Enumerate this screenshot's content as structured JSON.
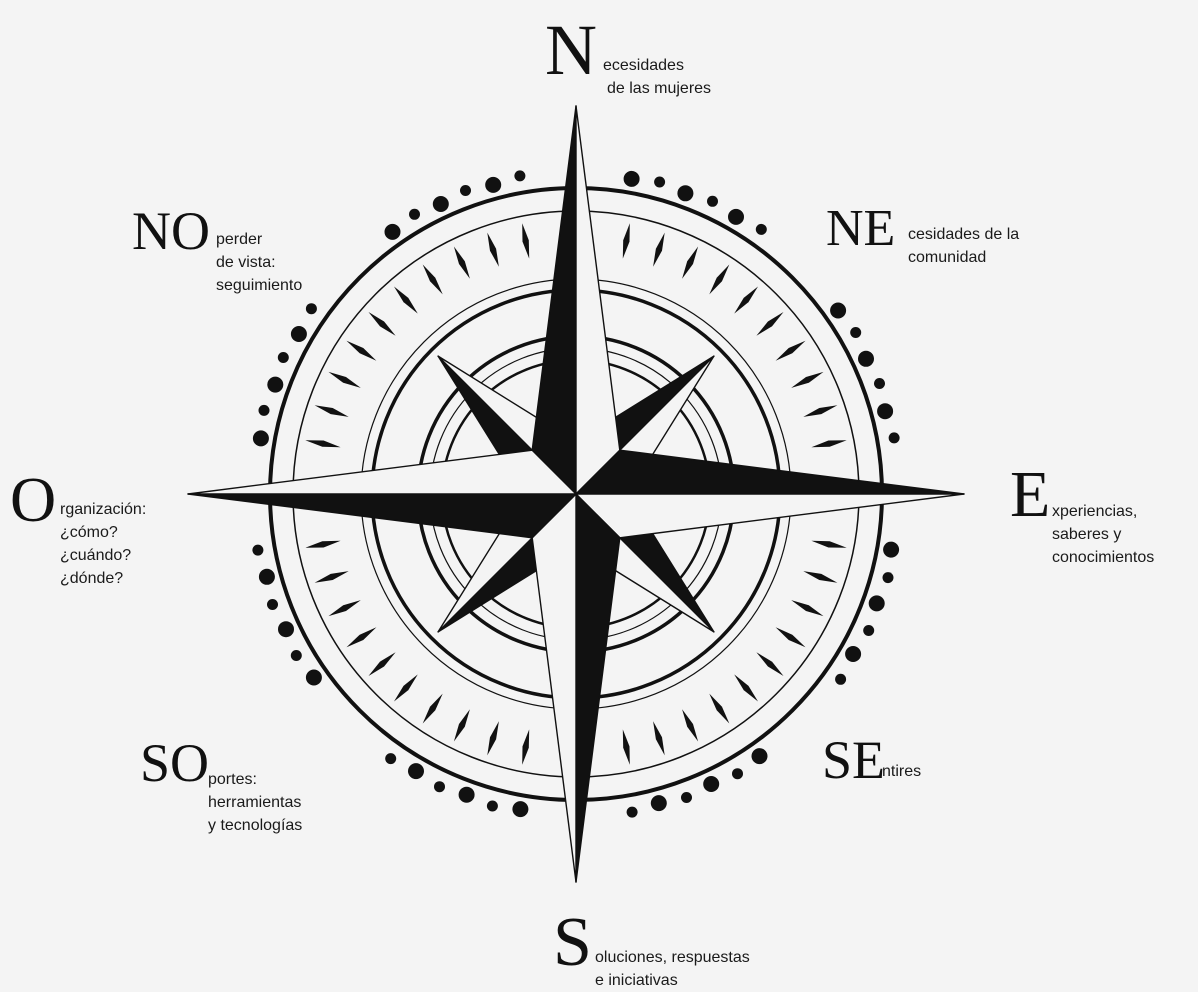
{
  "directions": {
    "n": {
      "letter": "N",
      "lines": [
        "ecesidades",
        "de las mujeres"
      ]
    },
    "ne": {
      "letter": "NE",
      "lines": [
        "cesidades de la",
        "comunidad"
      ]
    },
    "e": {
      "letter": "E",
      "lines": [
        "xperiencias,",
        "saberes y",
        "conocimientos"
      ]
    },
    "se": {
      "letter": "SE",
      "lines": [
        "ntires"
      ]
    },
    "s": {
      "letter": "S",
      "lines": [
        "oluciones, respuestas",
        "e iniciativas"
      ]
    },
    "so": {
      "letter": "SO",
      "lines": [
        "portes:",
        "herramientas",
        "y tecnologías"
      ]
    },
    "o": {
      "letter": "O",
      "lines": [
        "rganización:",
        "¿cómo?",
        "¿cuándo?",
        "¿dónde?"
      ]
    },
    "no": {
      "letter": "NO",
      "lines": [
        "perder",
        "de vista:",
        "seguimiento"
      ]
    }
  },
  "colors": {
    "ink": "#111111",
    "paper": "#f4f4f4"
  }
}
